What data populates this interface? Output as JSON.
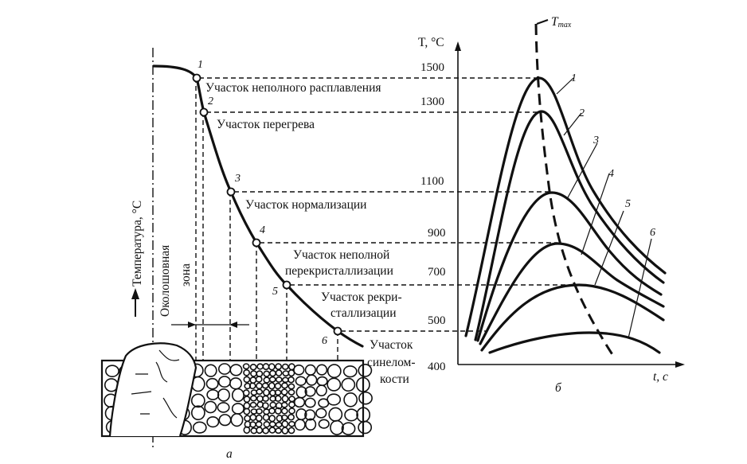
{
  "panel_a": {
    "caption": "а",
    "y_axis_label": "Температура, °C",
    "zone_label_1": "Околошовная",
    "zone_label_2": "зона",
    "points": [
      "1",
      "2",
      "3",
      "4",
      "5",
      "6"
    ],
    "zones": [
      "Участок неполного расплавления",
      "Участок перегрева",
      "Участок нормализации",
      "Участок неполной",
      "перекристаллизации",
      "Участок рекри-",
      "сталлизации",
      "Участок",
      "синелом-",
      "кости"
    ]
  },
  "panel_b": {
    "caption": "б",
    "y_axis_label": "T, °C",
    "x_axis_label": "t, c",
    "tmax_label": "T",
    "tmax_sub": "max",
    "ticks": [
      "1500",
      "1300",
      "1100",
      "900",
      "700",
      "500",
      "400"
    ],
    "curve_labels": [
      "1",
      "2",
      "3",
      "4",
      "5",
      "6"
    ]
  }
}
